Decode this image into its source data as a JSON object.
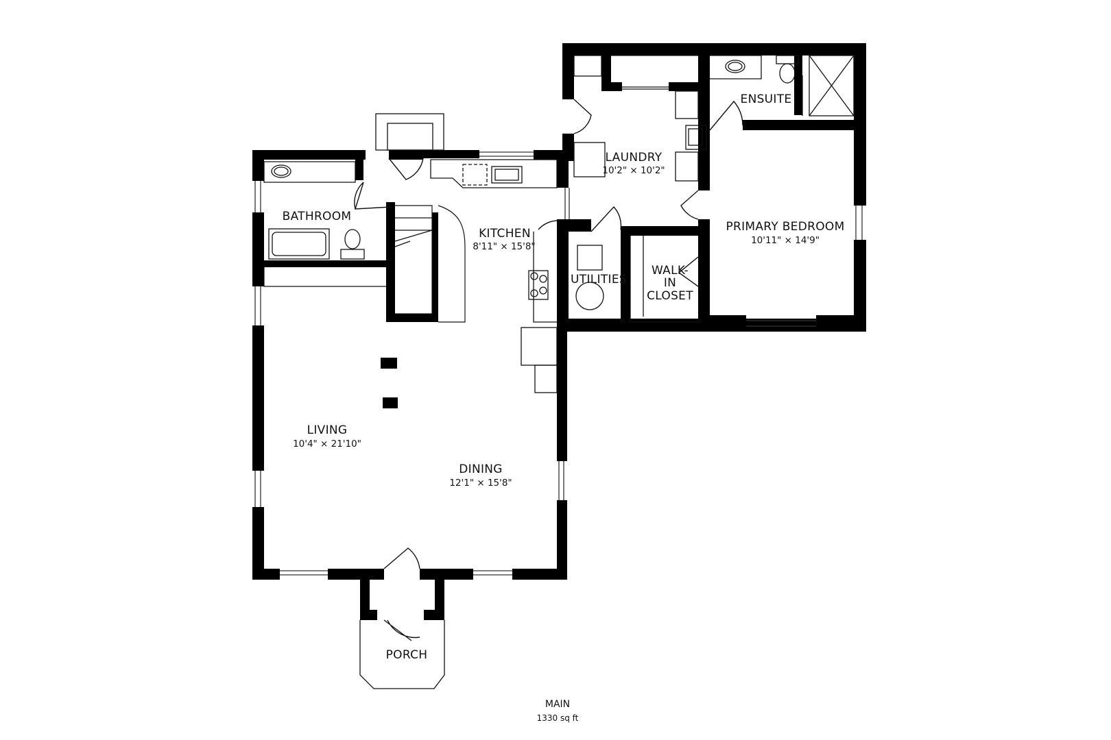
{
  "colors": {
    "wall": "#000000",
    "line": "#111111",
    "background": "#ffffff"
  },
  "rooms": {
    "bathroom": {
      "name": "BATHROOM"
    },
    "kitchen": {
      "name": "KITCHEN",
      "size": "8'11\" × 15'8\""
    },
    "laundry": {
      "name": "LAUNDRY",
      "size": "10'2\" × 10'2\""
    },
    "ensuite": {
      "name": "ENSUITE"
    },
    "primary_bedroom": {
      "name": "PRIMARY BEDROOM",
      "size": "10'11\" × 14'9\""
    },
    "utilities": {
      "name": "UTILITIES"
    },
    "walk_in_closet": {
      "line1": "WALK-",
      "line2": "IN",
      "line3": "CLOSET"
    },
    "living": {
      "name": "LIVING",
      "size": "10'4\" × 21'10\""
    },
    "dining": {
      "name": "DINING",
      "size": "12'1\" × 15'8\""
    },
    "porch": {
      "name": "PORCH"
    }
  },
  "floor": {
    "name": "MAIN",
    "area": "1330 sq ft"
  },
  "icons": [
    "sink-icon",
    "bathtub-icon",
    "toilet-icon",
    "shower-icon",
    "stove-icon",
    "water-heater-icon",
    "stairs-icon",
    "door-swing-icon"
  ]
}
